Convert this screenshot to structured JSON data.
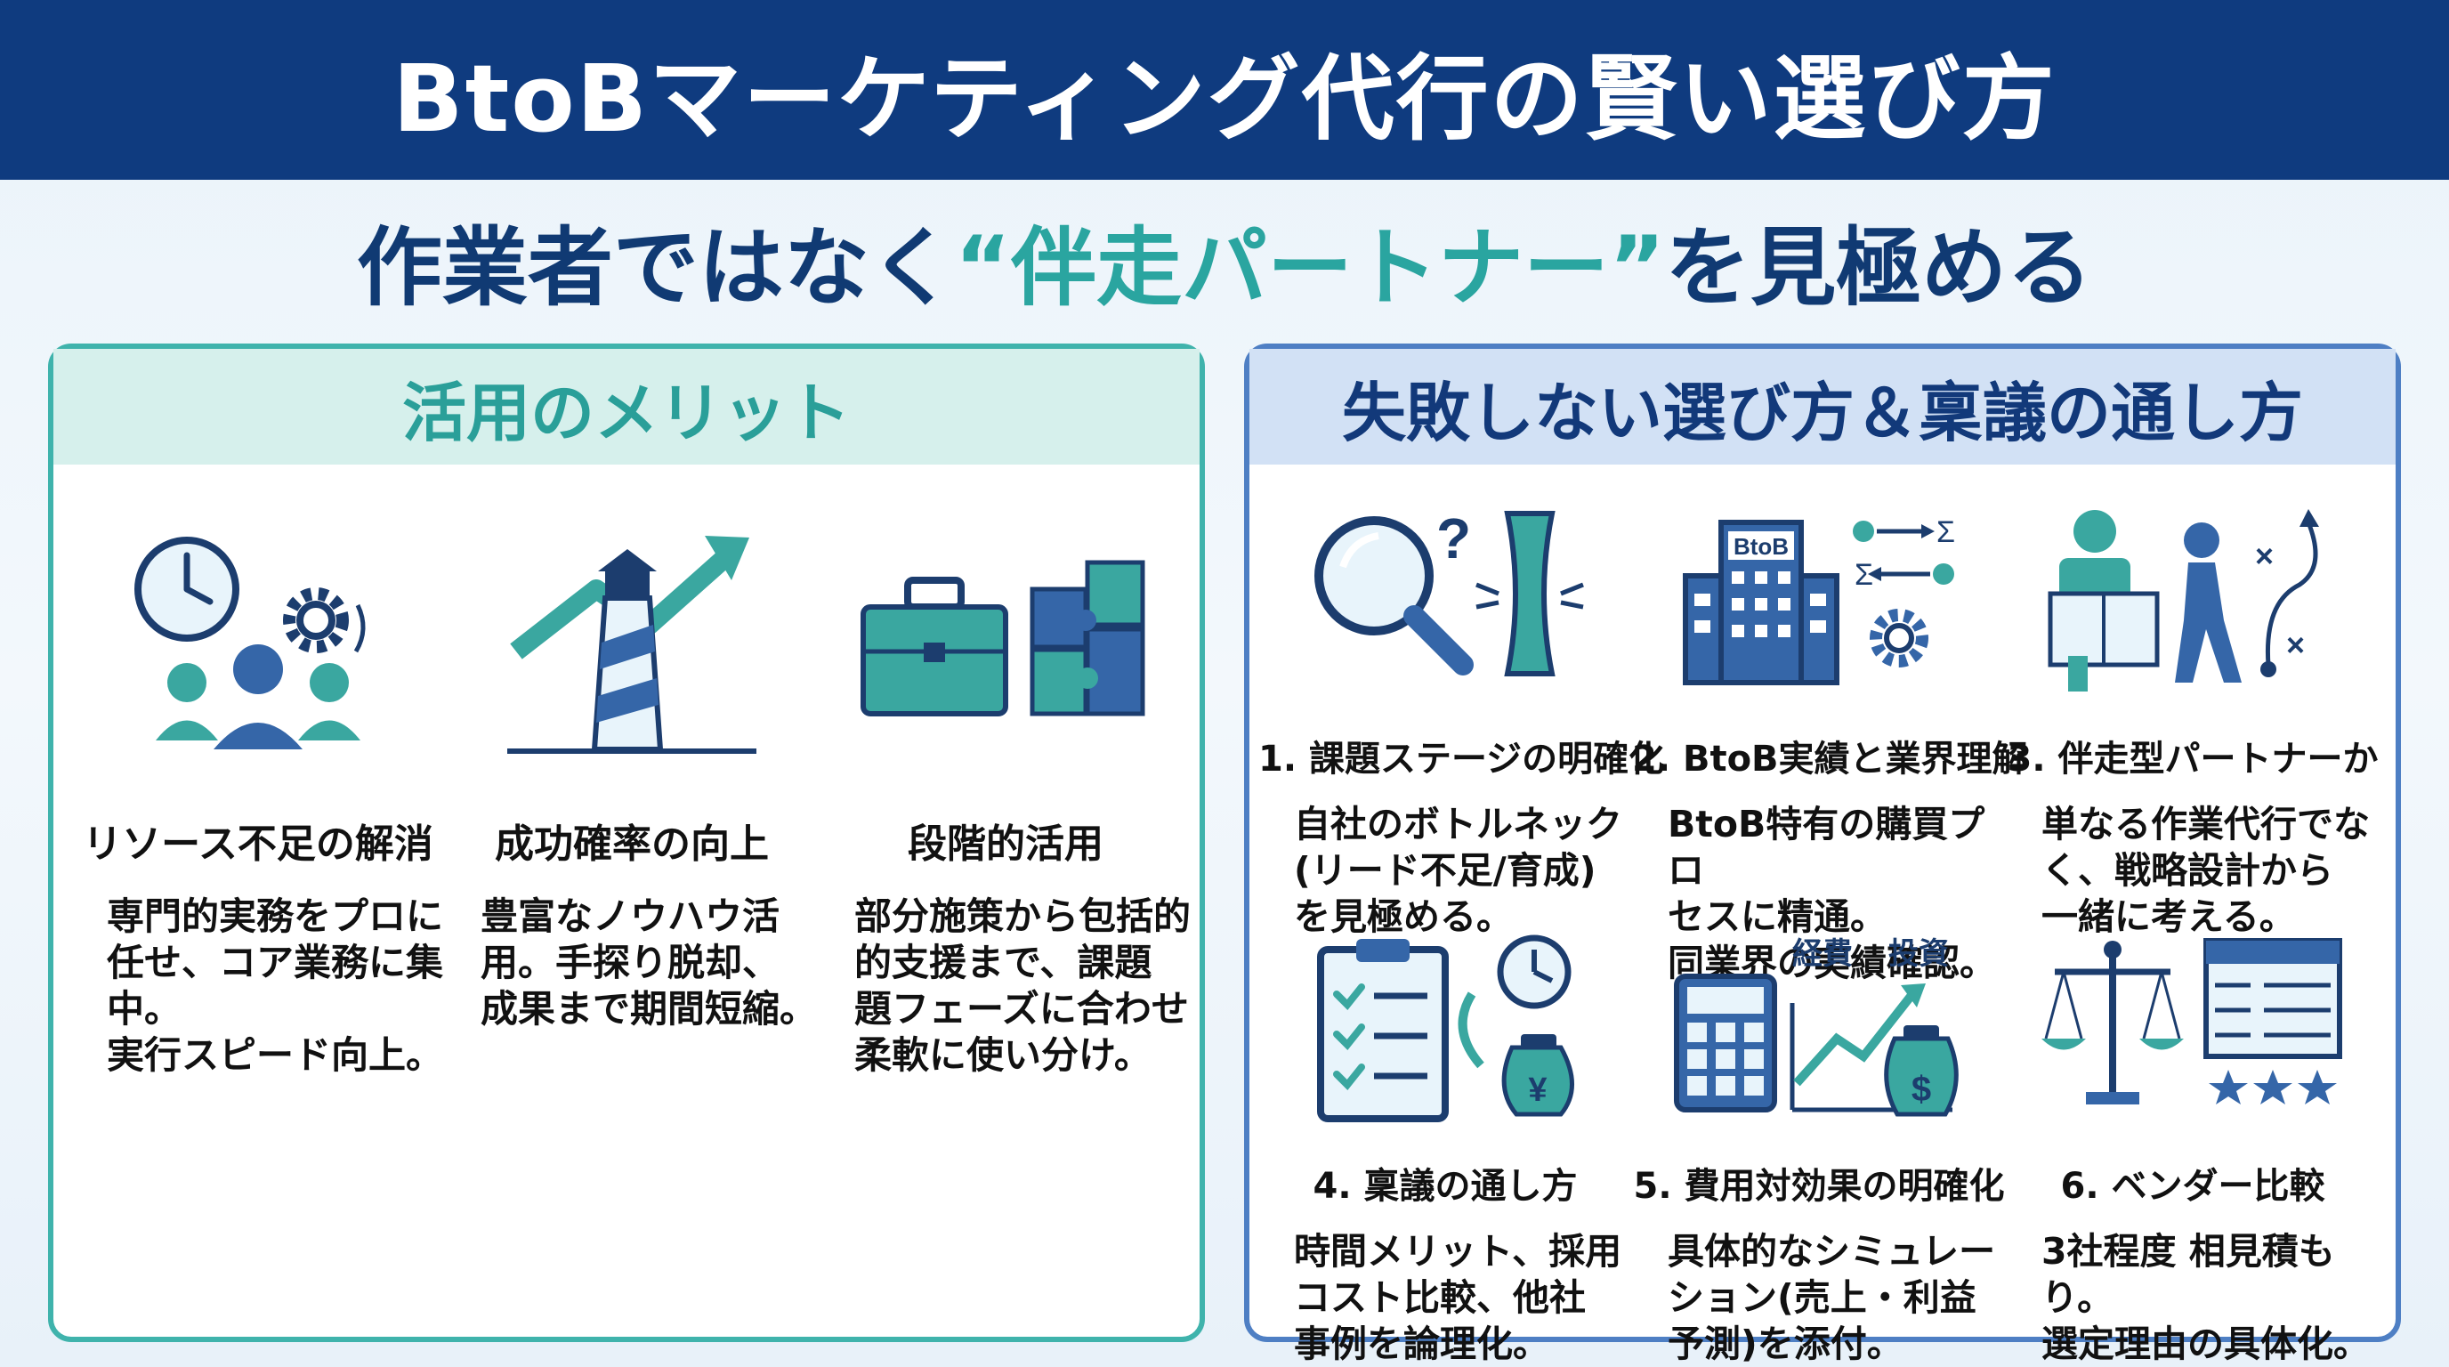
{
  "header": {
    "title": "BtoBマーケティング代行の賢い選び方"
  },
  "subtitle": {
    "before": "作業者ではなく",
    "accent": "“伴走パートナー”",
    "after": "を見極める"
  },
  "left_panel": {
    "title": "活用のメリット",
    "items": [
      {
        "title": "リソース不足の解消",
        "desc": "専門的実務をプロに\n任せ、コア業務に集\n中。\n実行スピード向上。"
      },
      {
        "title": "成功確率の向上",
        "desc": "豊富なノウハウ活\n用。手探り脱却、\n成果まで期間短縮。"
      },
      {
        "title": "段階的活用",
        "desc": "部分施策から包括的\n的支援まで、課題\n題フェーズに合わせ\n柔軟に使い分け。"
      }
    ]
  },
  "right_panel": {
    "title": "失敗しない選び方＆稟議の通し方",
    "items": [
      {
        "title": "1. 課題ステージの明確化",
        "desc": "自社のボトルネック\n(リード不足/育成)\nを見極める。"
      },
      {
        "title": "2. BtoB実績と業界理解",
        "desc": "BtoB特有の購買プロ\nセスに精通。\n同業界の実績確認。",
        "icon_label": "BtoB"
      },
      {
        "title": "3. 伴走型パートナーか",
        "desc": "単なる作業代行でな\nく、戦略設計から\n一緒に考える。"
      },
      {
        "title": "4. 稟議の通し方",
        "desc": "時間メリット、採用\nコスト比較、他社\n事例を論理化。",
        "icon_label": "¥"
      },
      {
        "title": "5. 費用対効果の明確化",
        "desc": "具体的なシミュレー\nション(売上・利益\n予測)を添付。",
        "label_cost": "経費",
        "label_invest": "投資",
        "icon_label": "$"
      },
      {
        "title": "6. ベンダー比較",
        "desc": "3社程度 相見積もり。\n選定理由の具体化。"
      }
    ]
  },
  "colors": {
    "navy": "#0f3b7f",
    "teal": "#2aa5a0",
    "blue": "#4e7fc4"
  }
}
